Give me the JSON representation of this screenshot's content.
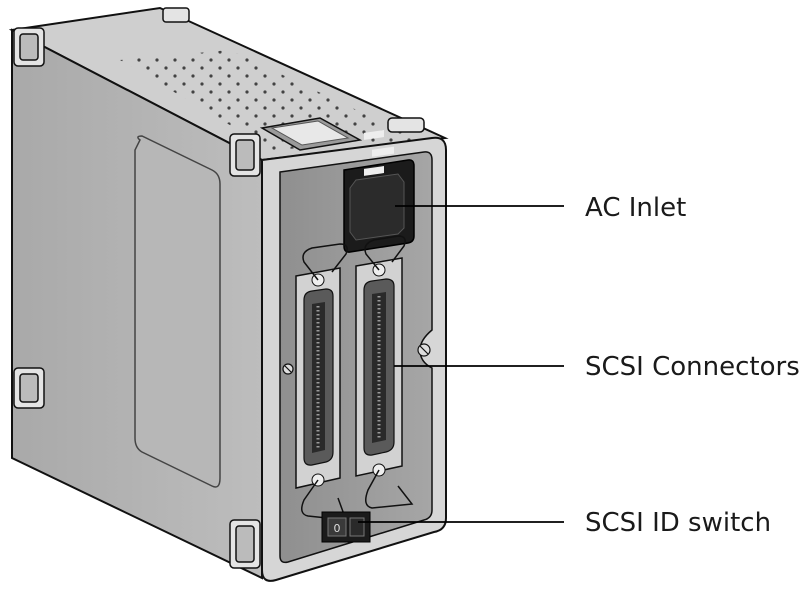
{
  "diagram": {
    "labels": {
      "ac_inlet": "AC Inlet",
      "scsi_connectors": "SCSI Connectors",
      "scsi_id_switch": "SCSI ID switch"
    },
    "colors": {
      "body_light": "#c6c6c6",
      "body_mid": "#b3b3b3",
      "body_dark": "#8e8e8e",
      "panel": "#9c9c9c",
      "outline": "#111111",
      "inlet": "#1b1b1b",
      "leader": "#000000"
    }
  }
}
